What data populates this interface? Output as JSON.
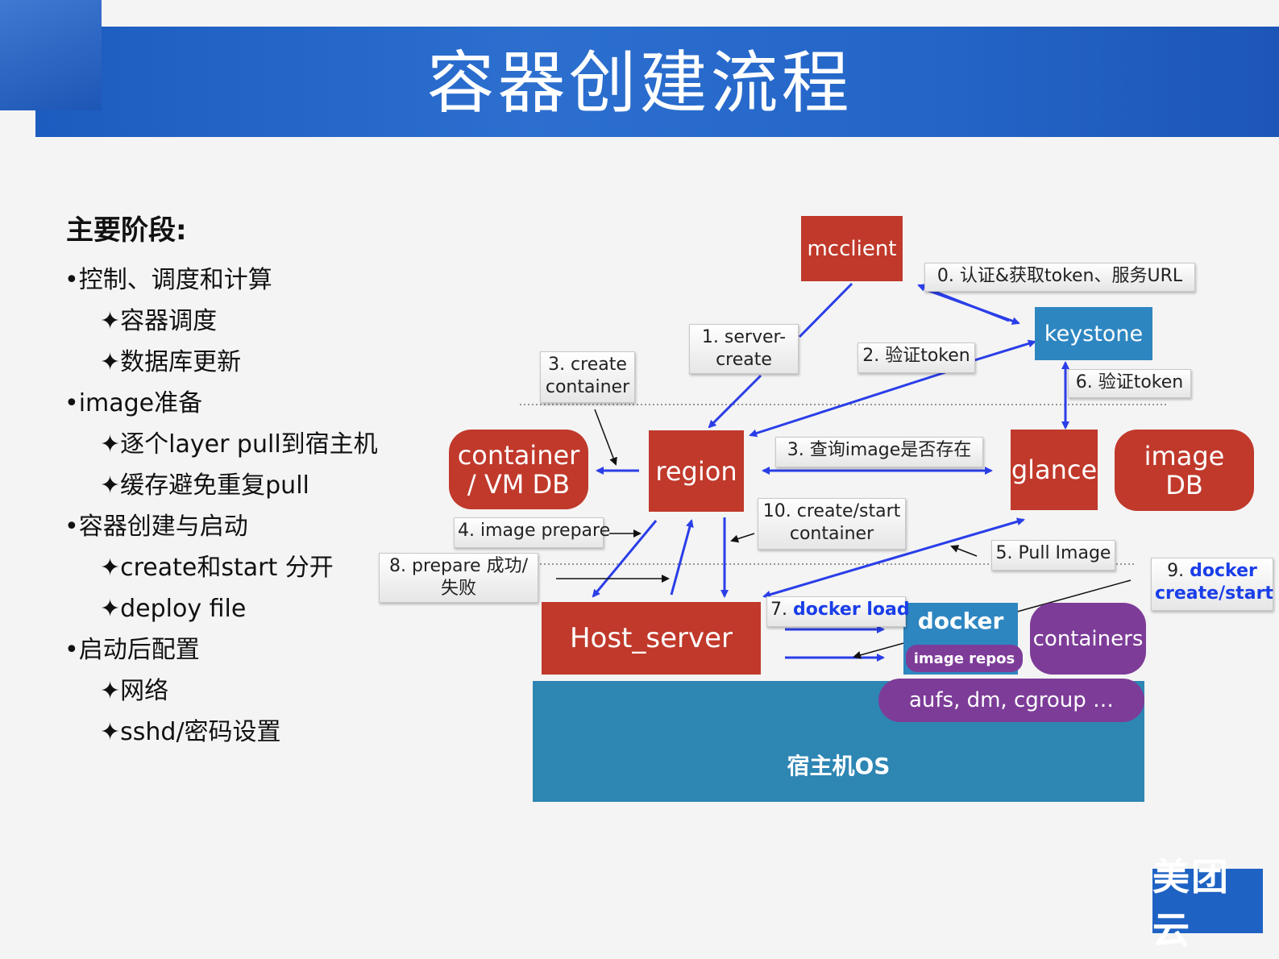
{
  "title": "容器创建流程",
  "section_title": "主要阶段:",
  "outline": [
    {
      "text": "•控制、调度和计算",
      "level": 0
    },
    {
      "text": "✦容器调度",
      "level": 1
    },
    {
      "text": "✦数据库更新",
      "level": 1
    },
    {
      "text": "•image准备",
      "level": 0
    },
    {
      "text": "✦逐个layer pull到宿主机",
      "level": 1
    },
    {
      "text": "✦缓存避免重复pull",
      "level": 1
    },
    {
      "text": "•容器创建与启动",
      "level": 0
    },
    {
      "text": "✦create和start 分开",
      "level": 1
    },
    {
      "text": "✦deploy file",
      "level": 1
    },
    {
      "text": "•启动后配置",
      "level": 0
    },
    {
      "text": "✦网络",
      "level": 1
    },
    {
      "text": "✦sshd/密码设置",
      "level": 1
    }
  ],
  "nodes": {
    "mcclient": "mcclient",
    "keystone": "keystone",
    "container_db_line1": "container",
    "container_db_line2": "/ VM DB",
    "region": "region",
    "glance": "glance",
    "image_db_line1": "image",
    "image_db_line2": "DB",
    "host_server": "Host_server",
    "docker": "docker",
    "image_repos": "image repos",
    "containers": "containers",
    "storage": "aufs, dm, cgroup …",
    "host_os": "宿主机OS"
  },
  "steps": {
    "s0": "0. 认证&获取token、服务URL",
    "s1_line1": "1. server-",
    "s1_line2": "create",
    "s2": "2. 验证token",
    "s3a_line1": "3. create",
    "s3a_line2": "container",
    "s3b": "3. 查询image是否存在",
    "s4": "4. image prepare",
    "s5": "5. Pull Image",
    "s6": "6. 验证token",
    "s7_prefix": "7. ",
    "s7_cmd": "docker load",
    "s8_line1": "8. prepare 成功/",
    "s8_line2": "失败",
    "s9_prefix": "9. ",
    "s9_cmd_line1": "docker",
    "s9_cmd_line2": "create/start",
    "s10_line1": "10.   create/start",
    "s10_line2": "container"
  },
  "logo": "美团云",
  "colors": {
    "banner": "#2466c8",
    "node_red": "#c0392b",
    "node_teal": "#2e86c1",
    "node_purple": "#7d3c98",
    "os_blue": "#2e86b3",
    "arrow_blue": "#2a3ee8"
  }
}
